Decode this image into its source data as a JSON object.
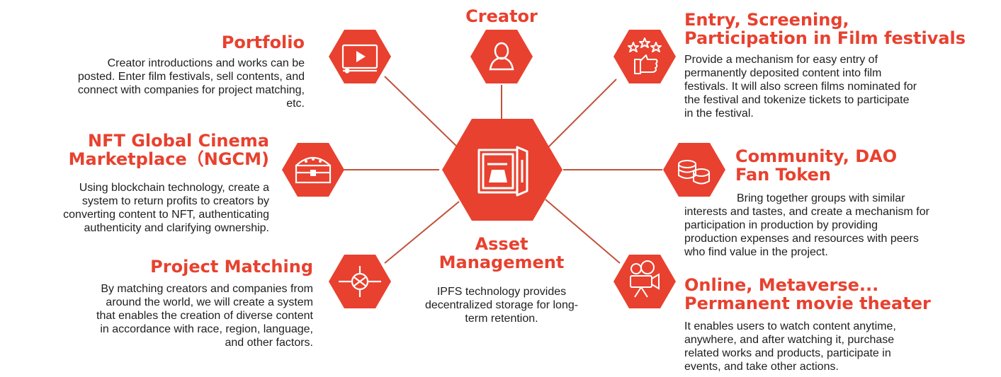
{
  "colors": {
    "accent": "#e8412f",
    "icon": "#ffffff",
    "text": "#1e1e1e",
    "connector": "#c0533c"
  },
  "center": {
    "icon": "safe-vault-icon",
    "title_lines": [
      "Asset",
      "Management"
    ],
    "description_lines": [
      "IPFS technology provides",
      "decentralized storage for long-",
      "term retention."
    ]
  },
  "creator": {
    "icon": "user-icon",
    "title": "Creator"
  },
  "portfolio": {
    "icon": "video-player-icon",
    "title": "Portfolio",
    "description_lines": [
      "Creator introductions and works can be",
      "posted. Enter film festivals, sell contents, and",
      "connect with companies for project matching,",
      "etc."
    ]
  },
  "ngcm": {
    "icon": "treasure-chest-icon",
    "title_lines": [
      "NFT Global Cinema",
      "Marketplace（NGCM)"
    ],
    "description_lines": [
      "Using blockchain technology, create a",
      "system to return profits to creators by",
      "converting content to NFT, authenticating",
      "authenticity and clarifying ownership."
    ]
  },
  "project_matching": {
    "icon": "joined-hands-icon",
    "title": "Project Matching",
    "description_lines": [
      "By matching creators and companies from",
      "around the world, we will create a system",
      "that enables the creation of diverse content",
      "in accordance with race, region, language,",
      "and other factors."
    ]
  },
  "festivals": {
    "icon": "thumbs-up-stars-icon",
    "title_lines": [
      "Entry, Screening,",
      "Participation in Film festivals"
    ],
    "description_lines": [
      "Provide a mechanism for easy entry of",
      "permanently deposited content into film",
      "festivals. It will also screen films nominated for",
      "the festival and tokenize tickets to participate",
      "in the festival."
    ]
  },
  "community": {
    "icon": "coins-stack-icon",
    "title_lines": [
      "Community, DAO",
      "Fan Token"
    ],
    "description_lines": [
      "Bring together groups with similar",
      "interests and tastes, and create a mechanism for",
      "participation in production by providing",
      "production expenses and resources with peers",
      "who find value in the project."
    ]
  },
  "theater": {
    "icon": "movie-camera-icon",
    "title_lines": [
      "Online, Metaverse...",
      "Permanent movie theater"
    ],
    "description_lines": [
      "It enables users to watch content anytime,",
      "anywhere, and after watching it, purchase",
      "related works and products, participate in",
      "events, and take other actions."
    ]
  }
}
